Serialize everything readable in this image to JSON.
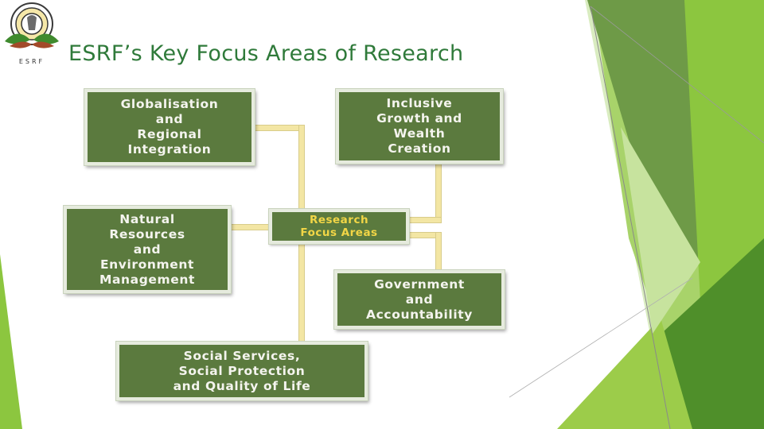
{
  "slide": {
    "title": "ESRF’s Key Focus Areas of Research",
    "logo_text": "ESRF"
  },
  "diagram": {
    "center_label": "Research\nFocus Areas",
    "areas": [
      "Globalisation\nand\nRegional\nIntegration",
      "Inclusive\nGrowth and\nWealth\nCreation",
      "Natural\nResources\nand\nEnvironment\nManagement",
      "Government\nand\nAccountability",
      "Social Services,\nSocial Protection\nand Quality of Life"
    ]
  },
  "colors": {
    "box_fill": "#5b7a3e",
    "center_text": "#f2d646",
    "connector": "#f3e6a4",
    "title": "#2f7a3a",
    "accent_green": "#8bc34a"
  }
}
